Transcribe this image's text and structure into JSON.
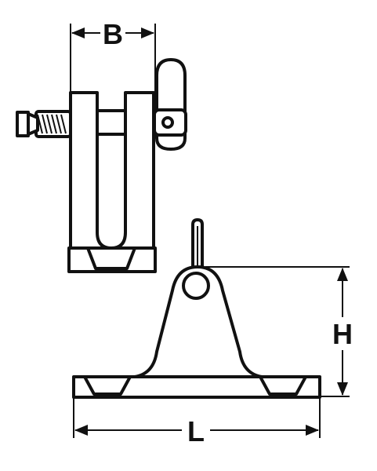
{
  "diagram": {
    "labels": {
      "width": "B",
      "height": "H",
      "length": "L"
    },
    "colors": {
      "line": "#111111",
      "background": "#ffffff"
    }
  }
}
